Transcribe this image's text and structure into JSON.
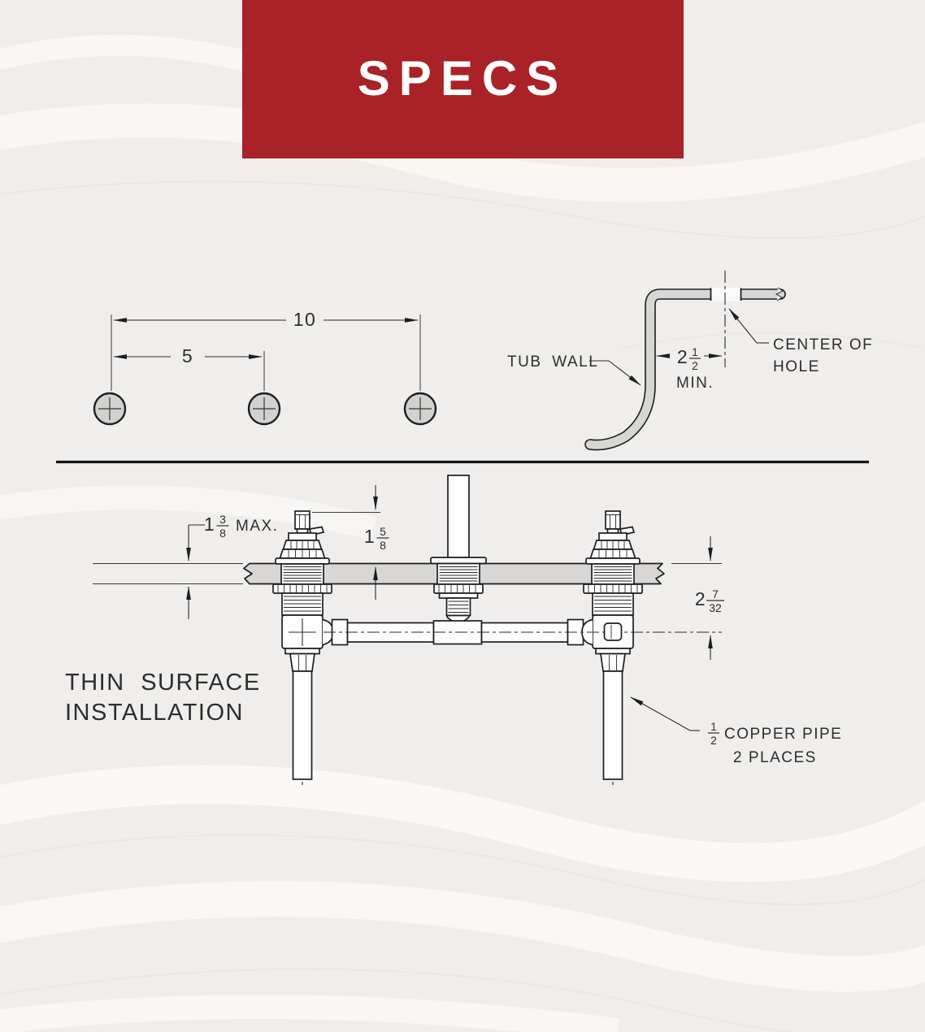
{
  "banner": {
    "title": "SPECS",
    "bg_color": "#a92227",
    "text_color": "#ffffff"
  },
  "colors": {
    "background": "#f0eeec",
    "line": "#1e1e1e",
    "metal_gray": "#d7d6d4"
  },
  "hole_layout": {
    "outer_spacing": "10",
    "inner_spacing": "5"
  },
  "tub_wall": {
    "label": "TUB WALL",
    "clearance": {
      "whole": "2",
      "numerator": "1",
      "denominator": "2",
      "suffix": "MIN."
    },
    "hole_note_line1": "CENTER OF",
    "hole_note_line2": "HOLE"
  },
  "installation": {
    "title_line1": "THIN SURFACE",
    "title_line2": "INSTALLATION",
    "deck_thickness": {
      "whole": "1",
      "numerator": "3",
      "denominator": "8",
      "suffix": "MAX."
    },
    "stem_height": {
      "whole": "1",
      "numerator": "5",
      "denominator": "8"
    },
    "centerline_depth": {
      "whole": "2",
      "numerator": "7",
      "denominator": "32"
    },
    "pipe_note": {
      "numerator": "1",
      "denominator": "2",
      "line1": "COPPER PIPE",
      "line2": "2 PLACES"
    }
  }
}
